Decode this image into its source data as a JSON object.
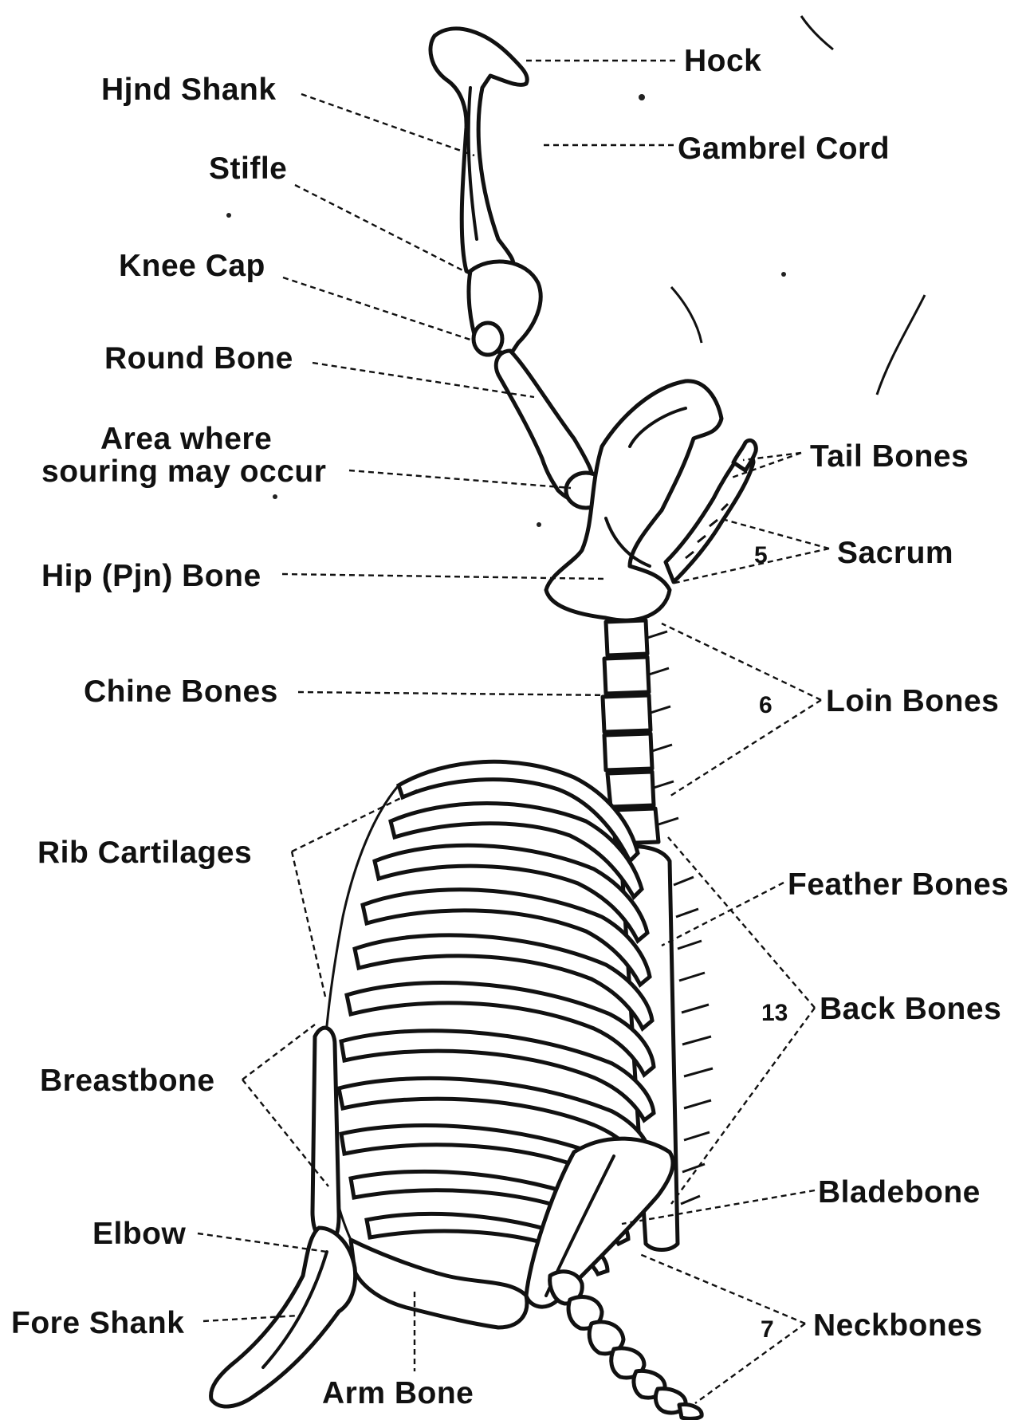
{
  "labels": {
    "hock": "Hock",
    "hind_shank": "Hjnd Shank",
    "gambrel_cord": "Gambrel Cord",
    "stifle": "Stifle",
    "knee_cap": "Knee Cap",
    "round_bone": "Round Bone",
    "area_line1": "Area where",
    "area_line2": "souring may occur",
    "tail_bones": "Tail Bones",
    "sacrum": "Sacrum",
    "hip_bone": "Hip (Pjn) Bone",
    "chine_bones": "Chine Bones",
    "loin_bones": "Loin Bones",
    "rib_cartilages": "Rib Cartilages",
    "feather_bones": "Feather Bones",
    "back_bones": "Back Bones",
    "breastbone": "Breastbone",
    "bladebone": "Bladebone",
    "elbow": "Elbow",
    "fore_shank": "Fore Shank",
    "neckbones": "Neckbones",
    "arm_bone": "Arm Bone"
  },
  "counts": {
    "sacrum": "5",
    "loin_bones": "6",
    "back_bones": "13",
    "neckbones": "7"
  }
}
